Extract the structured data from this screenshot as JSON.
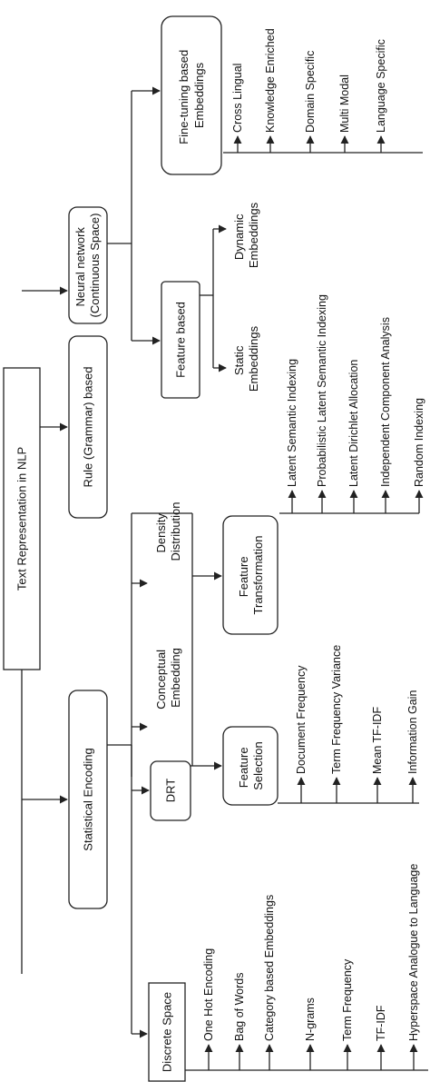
{
  "root": "Text Representation in NLP",
  "branches": {
    "statistical": "Statistical Encoding",
    "rule": "Rule (Grammar) based",
    "neural": [
      "Neural network",
      "(Continuous Space)"
    ]
  },
  "statistical": {
    "discrete_space": {
      "label": "Discrete Space",
      "leaves": [
        "One Hot Encoding",
        "Bag of Words",
        "Category based Embeddings",
        "N-grams",
        "Term Frequency",
        "TF-IDF",
        "Hyperspace Analogue to Language"
      ]
    },
    "drt": {
      "label": "DRT",
      "conceptual": [
        "Conceptual",
        "Embedding"
      ],
      "density": [
        "Density",
        "Distribution"
      ],
      "feature_selection": {
        "label": [
          "Feature",
          "Selection"
        ],
        "leaves": [
          "Document Frequency",
          "Term Frequency Variance",
          "Mean TF-IDF",
          "Information Gain"
        ]
      },
      "feature_transformation": {
        "label": [
          "Feature",
          "Transformation"
        ],
        "leaves": [
          "Latent Semantic Indexing",
          "Probabilistic Latent Semantic Indexing",
          "Latent Dirichlet Allocation",
          "Independent Component Analysis",
          "Random Indexing"
        ]
      }
    }
  },
  "neural": {
    "feature_based": {
      "label": "Feature based",
      "static": [
        "Static",
        "Embeddings"
      ],
      "dynamic": [
        "Dynamic",
        "Embeddings"
      ]
    },
    "fine_tuning": {
      "label": [
        "Fine-tuning based",
        "Embeddings"
      ],
      "leaves": [
        "Cross Lingual",
        "Knowledge Enriched",
        "Domain Specific",
        "Multi Modal",
        "Language Specific"
      ]
    }
  }
}
